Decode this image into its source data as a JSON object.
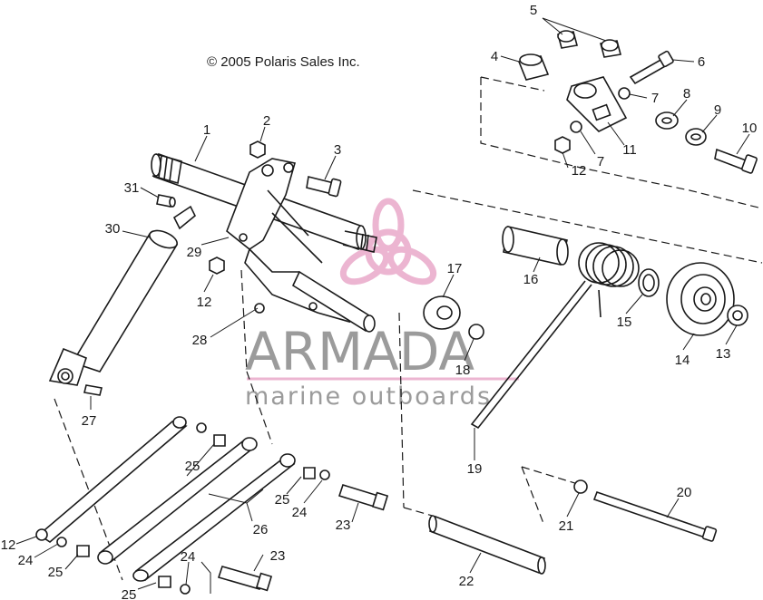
{
  "copyright": "© 2005 Polaris Sales Inc.",
  "watermark": {
    "brand": "ARMADA",
    "tagline": "marine outboards",
    "brand_color": "#8a8a8a",
    "accent_color": "#e9a9c9"
  },
  "line_color": "#1a1a1a",
  "callouts": {
    "c1": "1",
    "c2": "2",
    "c3": "3",
    "c4": "4",
    "c5": "5",
    "c6": "6",
    "c7a": "7",
    "c7b": "7",
    "c8": "8",
    "c9": "9",
    "c10": "10",
    "c11": "11",
    "c12a": "12",
    "c12b": "12",
    "c12c": "12",
    "c13": "13",
    "c14": "14",
    "c15": "15",
    "c16": "16",
    "c17": "17",
    "c18": "18",
    "c19": "19",
    "c20": "20",
    "c21": "21",
    "c22": "22",
    "c23a": "23",
    "c23b": "23",
    "c24a": "24",
    "c24b": "24",
    "c24c": "24",
    "c25a": "25",
    "c25b": "25",
    "c25c": "25",
    "c25d": "25",
    "c26": "26",
    "c27": "27",
    "c28": "28",
    "c29": "29",
    "c30": "30",
    "c31": "31"
  }
}
